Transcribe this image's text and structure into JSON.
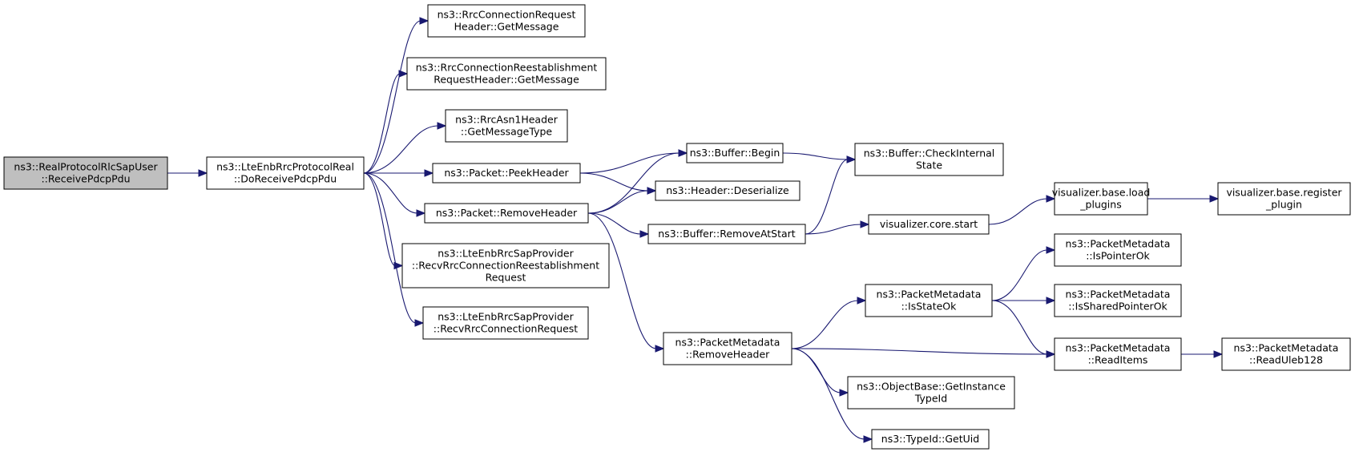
{
  "nodes": [
    {
      "id": "n0",
      "lines": [
        "ns3::RealProtocolRlcSapUser",
        "::ReceivePdcpPdu"
      ],
      "root": true
    },
    {
      "id": "n1",
      "lines": [
        "ns3::LteEnbRrcProtocolReal",
        "::DoReceivePdcpPdu"
      ]
    },
    {
      "id": "n2",
      "lines": [
        "ns3::RrcConnectionRequest",
        "Header::GetMessage"
      ]
    },
    {
      "id": "n3",
      "lines": [
        "ns3::RrcConnectionReestablishment",
        "RequestHeader::GetMessage"
      ]
    },
    {
      "id": "n4",
      "lines": [
        "ns3::RrcAsn1Header",
        "::GetMessageType"
      ]
    },
    {
      "id": "n5",
      "lines": [
        "ns3::Packet::PeekHeader"
      ]
    },
    {
      "id": "n6",
      "lines": [
        "ns3::Packet::RemoveHeader"
      ]
    },
    {
      "id": "n7",
      "lines": [
        "ns3::LteEnbRrcSapProvider",
        "::RecvRrcConnectionReestablishment",
        "Request"
      ]
    },
    {
      "id": "n8",
      "lines": [
        "ns3::LteEnbRrcSapProvider",
        "::RecvRrcConnectionRequest"
      ]
    },
    {
      "id": "n9",
      "lines": [
        "ns3::Buffer::Begin"
      ]
    },
    {
      "id": "n10",
      "lines": [
        "ns3::Header::Deserialize"
      ]
    },
    {
      "id": "n11",
      "lines": [
        "ns3::Buffer::CheckInternal",
        "State"
      ]
    },
    {
      "id": "n12",
      "lines": [
        "ns3::Buffer::RemoveAtStart"
      ]
    },
    {
      "id": "n13",
      "lines": [
        "visualizer.core.start"
      ]
    },
    {
      "id": "n14",
      "lines": [
        "visualizer.base.load",
        "_plugins"
      ]
    },
    {
      "id": "n15",
      "lines": [
        "visualizer.base.register",
        "_plugin"
      ]
    },
    {
      "id": "n16",
      "lines": [
        "ns3::PacketMetadata",
        "::RemoveHeader"
      ]
    },
    {
      "id": "n17",
      "lines": [
        "ns3::PacketMetadata",
        "::IsStateOk"
      ]
    },
    {
      "id": "n18",
      "lines": [
        "ns3::PacketMetadata",
        "::IsPointerOk"
      ]
    },
    {
      "id": "n19",
      "lines": [
        "ns3::PacketMetadata",
        "::IsSharedPointerOk"
      ]
    },
    {
      "id": "n20",
      "lines": [
        "ns3::PacketMetadata",
        "::ReadItems"
      ]
    },
    {
      "id": "n21",
      "lines": [
        "ns3::PacketMetadata",
        "::ReadUleb128"
      ]
    },
    {
      "id": "n22",
      "lines": [
        "ns3::ObjectBase::GetInstance",
        "TypeId"
      ]
    },
    {
      "id": "n23",
      "lines": [
        "ns3::TypeId::GetUid"
      ]
    }
  ],
  "edges": [
    {
      "from": "n0",
      "to": "n1"
    },
    {
      "from": "n1",
      "to": "n2"
    },
    {
      "from": "n1",
      "to": "n3"
    },
    {
      "from": "n1",
      "to": "n4"
    },
    {
      "from": "n1",
      "to": "n5"
    },
    {
      "from": "n1",
      "to": "n6"
    },
    {
      "from": "n1",
      "to": "n7"
    },
    {
      "from": "n1",
      "to": "n8"
    },
    {
      "from": "n5",
      "to": "n9"
    },
    {
      "from": "n5",
      "to": "n10"
    },
    {
      "from": "n6",
      "to": "n9"
    },
    {
      "from": "n6",
      "to": "n10"
    },
    {
      "from": "n6",
      "to": "n12"
    },
    {
      "from": "n6",
      "to": "n16"
    },
    {
      "from": "n9",
      "to": "n11"
    },
    {
      "from": "n12",
      "to": "n11"
    },
    {
      "from": "n12",
      "to": "n13"
    },
    {
      "from": "n13",
      "to": "n14"
    },
    {
      "from": "n14",
      "to": "n15"
    },
    {
      "from": "n16",
      "to": "n17"
    },
    {
      "from": "n16",
      "to": "n20"
    },
    {
      "from": "n16",
      "to": "n22"
    },
    {
      "from": "n16",
      "to": "n23"
    },
    {
      "from": "n17",
      "to": "n18"
    },
    {
      "from": "n17",
      "to": "n19"
    },
    {
      "from": "n17",
      "to": "n20"
    },
    {
      "from": "n20",
      "to": "n21"
    }
  ],
  "colors": {
    "edge": "#191970",
    "node_border": "#000000",
    "root_fill": "#bfbfbf",
    "node_fill": "#ffffff"
  }
}
